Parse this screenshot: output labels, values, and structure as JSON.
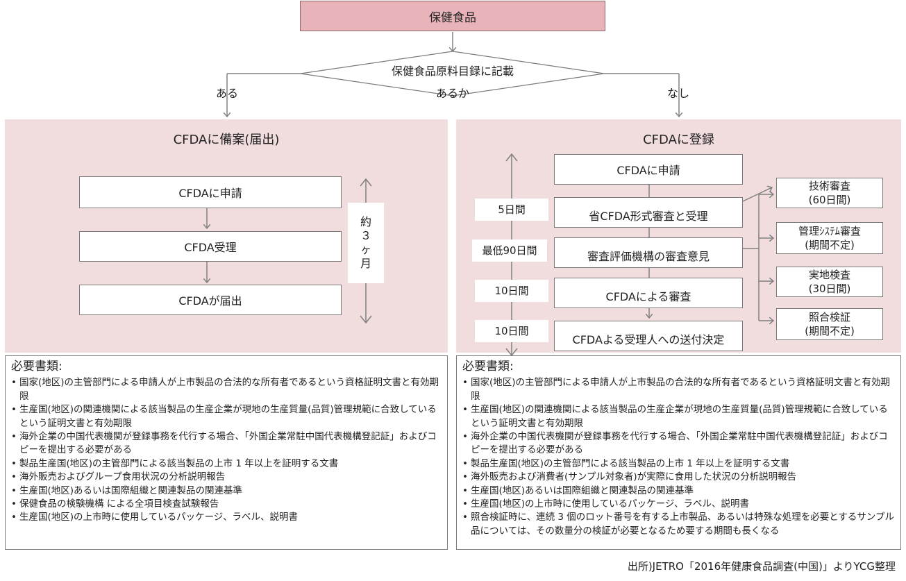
{
  "top": {
    "title": "保健食品"
  },
  "decision": {
    "question": "保健食品原料目録に記載",
    "left_label": "ある",
    "middle_label": "あるか",
    "right_label": "なし"
  },
  "left_panel": {
    "title": "CFDAに備案(届出)",
    "steps": [
      "CFDAに申請",
      "CFDA受理",
      "CFDAが届出"
    ],
    "duration": "約\n３\nヶ\n月"
  },
  "right_panel": {
    "title": "CFDAに登録",
    "steps": [
      "CFDAに申請",
      "省CFDA形式審査と受理",
      "審査評価機構の審査意見",
      "CFDAによる審査",
      "CFDAよる受理人への送付決定"
    ],
    "durations": [
      "5日間",
      "最低90日間",
      "10日間",
      "10日間"
    ],
    "reviews": [
      {
        "name": "技術審査",
        "period": "(60日間)"
      },
      {
        "name": "管理ｼｽﾃﾑ審査",
        "period": "(期間不定)"
      },
      {
        "name": "実地検査",
        "period": "(30日間)"
      },
      {
        "name": "照合検証",
        "period": "(期間不定)"
      }
    ]
  },
  "left_requirements": {
    "title": "必要書類:",
    "items": [
      "国家(地区)の主管部門による申請人が上市製品の合法的な所有者であるという資格証明文書と有効期限",
      "生産国(地区)の関連機関による該当製品の生産企業が現地の生産質量(品質)管理規範に合致しているという証明文書と有効期限",
      "海外企業の中国代表機関が登録事務を代行する場合、「外国企業常駐中国代表機構登記証」およびコピーを提出する必要がある",
      "製品生産国(地区)の主管部門による該当製品の上市 1 年以上を証明する文書",
      "海外販売およびグループ食用状況の分析説明報告",
      "生産国(地区)あるいは国際組織と関連製品の関連基準",
      "保健食品の検験機構 による全項目検査試験報告",
      "生産国(地区)の上市時に使用しているパッケージ、ラベル、説明書"
    ]
  },
  "right_requirements": {
    "title": "必要書類:",
    "items": [
      "国家(地区)の主管部門による申請人が上市製品の合法的な所有者であるという資格証明文書と有効期限",
      "生産国(地区)の関連機関による該当製品の生産企業が現地の生産質量(品質)管理規範に合致しているという証明文書と有効期限",
      "海外企業の中国代表機関が登録事務を代行する場合、「外国企業常駐中国代表機構登記証」およびコピーを提出する必要がある",
      "製品生産国(地区)の主管部門による該当製品の上市 1 年以上を証明する文書",
      "海外販売および消費者(サンプル対象者)が実際に食用した状況の分析説明報告",
      "生産国(地区)あるいは国際組織と関連製品の関連基準",
      "生産国(地区)の上市時に使用しているパッケージ、ラベル、説明書",
      "照合検証時に、連続 3 個のロット番号を有する上市製品、あるいは特殊な処理を必要とするサンプル品については、その数量分の検証が必要となるため要する期間も長くなる"
    ]
  },
  "source": "出所)JETRO「2016年健康食品調査(中国)」よりYCG整理"
}
